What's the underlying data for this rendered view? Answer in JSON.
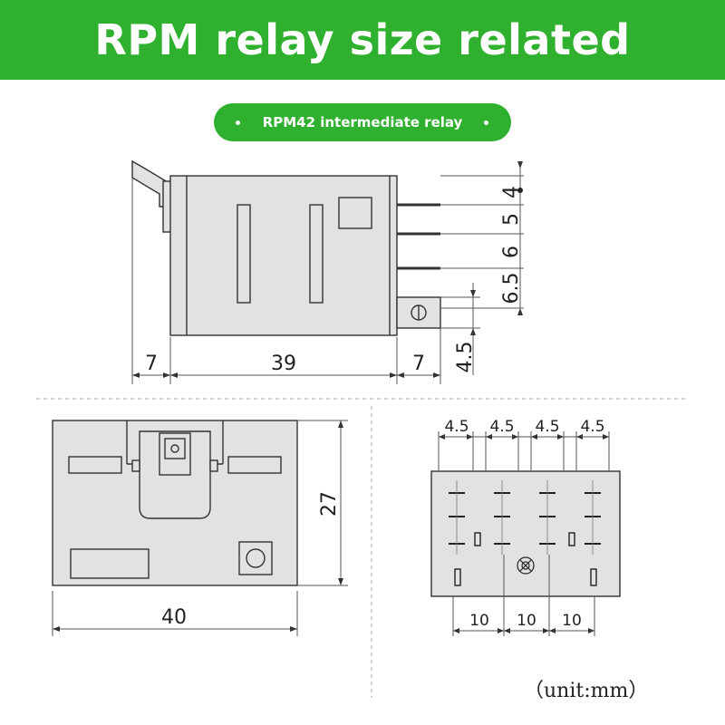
{
  "header": {
    "title": "RPM relay size related"
  },
  "subtitle": {
    "text": "RPM42 intermediate relay"
  },
  "side_view": {
    "pin_pitches": [
      "4",
      "5",
      "6",
      "6.5",
      "4.5"
    ],
    "widths": [
      "7",
      "39",
      "7"
    ]
  },
  "front_view": {
    "height": "27",
    "width": "40"
  },
  "base_view": {
    "top_pitches": [
      "4.5",
      "4.5",
      "4.5",
      "4.5"
    ],
    "bottom_pitches": [
      "10",
      "10",
      "10"
    ]
  },
  "footer": {
    "unit": "（unit:mm）"
  },
  "colors": {
    "accent": "#2fb12f",
    "body": "#e2e2e2",
    "line": "#333333"
  }
}
